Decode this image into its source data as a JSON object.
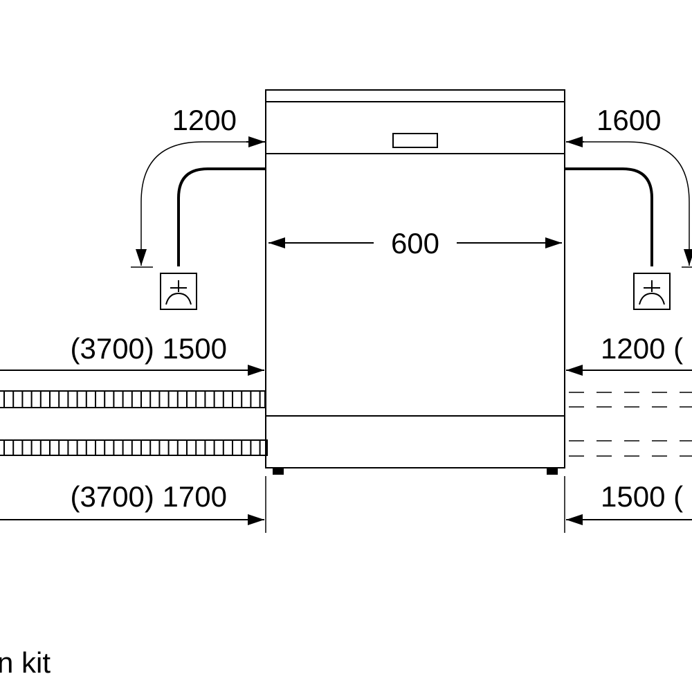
{
  "diagram": {
    "dimensions": {
      "cable_left": "1200",
      "cable_right": "1600",
      "width": "600",
      "inlet_left": "(3700) 1500",
      "inlet_right": "1200 (",
      "drain_left": "(3700) 1700",
      "drain_right": "1500 ("
    },
    "footer_text": "n kit",
    "colors": {
      "line": "#000000",
      "background": "#ffffff"
    },
    "icons": [
      "power-socket-icon"
    ]
  }
}
